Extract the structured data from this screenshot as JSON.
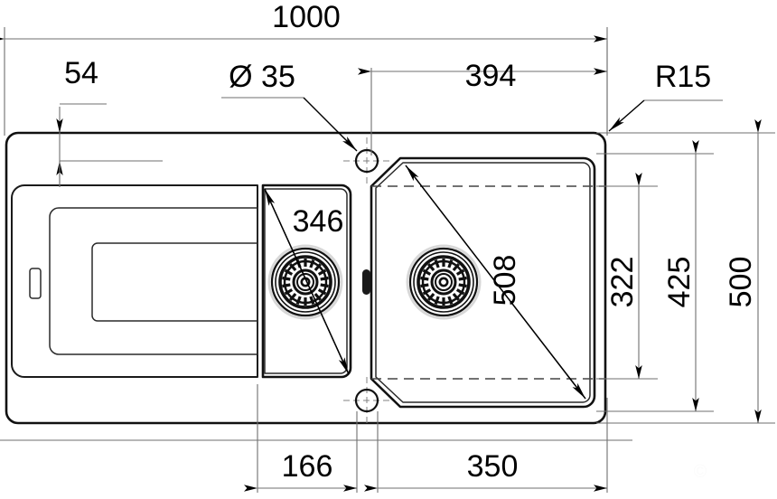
{
  "drawing": {
    "title": "Kitchen sink 1.5 bowl with drainer - dimensioned plan view",
    "units": "mm",
    "dimensions": {
      "overall_width": "1000",
      "overall_depth": "500",
      "tap_hole_diameter": "Ø 35",
      "tap_hole_from_top_edge": "54",
      "corner_radius": "R15",
      "main_bowl_from_right": "394",
      "main_bowl_diagonal": "508",
      "small_bowl_diagonal": "346",
      "main_bowl_depth_inner": "322",
      "main_bowl_depth_outer": "425",
      "small_bowl_width": "166",
      "main_bowl_width": "350"
    },
    "labels": [
      {
        "id": "overall-width",
        "text": "1000"
      },
      {
        "id": "tap-offset",
        "text": "54"
      },
      {
        "id": "tap-hole-dia",
        "text": "Ø 35"
      },
      {
        "id": "bowl-offset-right",
        "text": "394"
      },
      {
        "id": "corner-radius",
        "text": "R15"
      },
      {
        "id": "small-bowl-diagonal",
        "text": "346"
      },
      {
        "id": "main-bowl-diagonal",
        "text": "508"
      },
      {
        "id": "inner-depth",
        "text": "322"
      },
      {
        "id": "outer-depth",
        "text": "425"
      },
      {
        "id": "overall-depth",
        "text": "500"
      },
      {
        "id": "small-bowl-width",
        "text": "166"
      },
      {
        "id": "main-bowl-width",
        "text": "350"
      }
    ],
    "colors": {
      "line": "#111111",
      "dimension": "#6f6f6f",
      "hidden": "#444444",
      "background": "#ffffff"
    },
    "watermark": "©"
  }
}
